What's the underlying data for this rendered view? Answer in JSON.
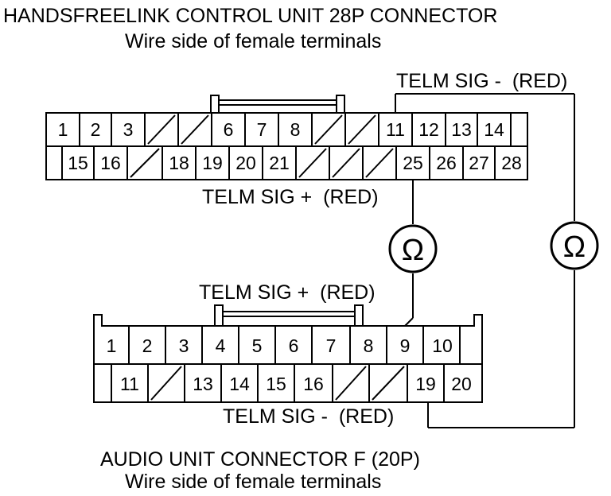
{
  "header": {
    "title": "HANDSFREELINK CONTROL UNIT 28P CONNECTOR",
    "subtitle": "Wire side of female terminals"
  },
  "hfl_connector": {
    "row1": [
      "1",
      "2",
      "3",
      "",
      "",
      "6",
      "7",
      "8",
      "",
      "",
      "11",
      "12",
      "13",
      "14"
    ],
    "row2": [
      "15",
      "16",
      "",
      "18",
      "19",
      "20",
      "21",
      "",
      "",
      "",
      "25",
      "26",
      "27",
      "28"
    ]
  },
  "audio_connector": {
    "title": "AUDIO UNIT CONNECTOR F (20P)",
    "subtitle": "Wire side of female terminals",
    "row1": [
      "1",
      "2",
      "3",
      "4",
      "5",
      "6",
      "7",
      "8",
      "9",
      "10"
    ],
    "row2": [
      "11",
      "",
      "13",
      "14",
      "15",
      "16",
      "",
      "",
      "19",
      "20"
    ]
  },
  "labels": {
    "hfl_sig_minus": "TELM SIG -  (RED)",
    "hfl_sig_plus": "TELM SIG +  (RED)",
    "audio_sig_plus": "TELM SIG +  (RED)",
    "audio_sig_minus": "TELM SIG -  (RED)"
  },
  "meters": {
    "symbol": "Ω",
    "icon": "ohmmeter-icon"
  }
}
